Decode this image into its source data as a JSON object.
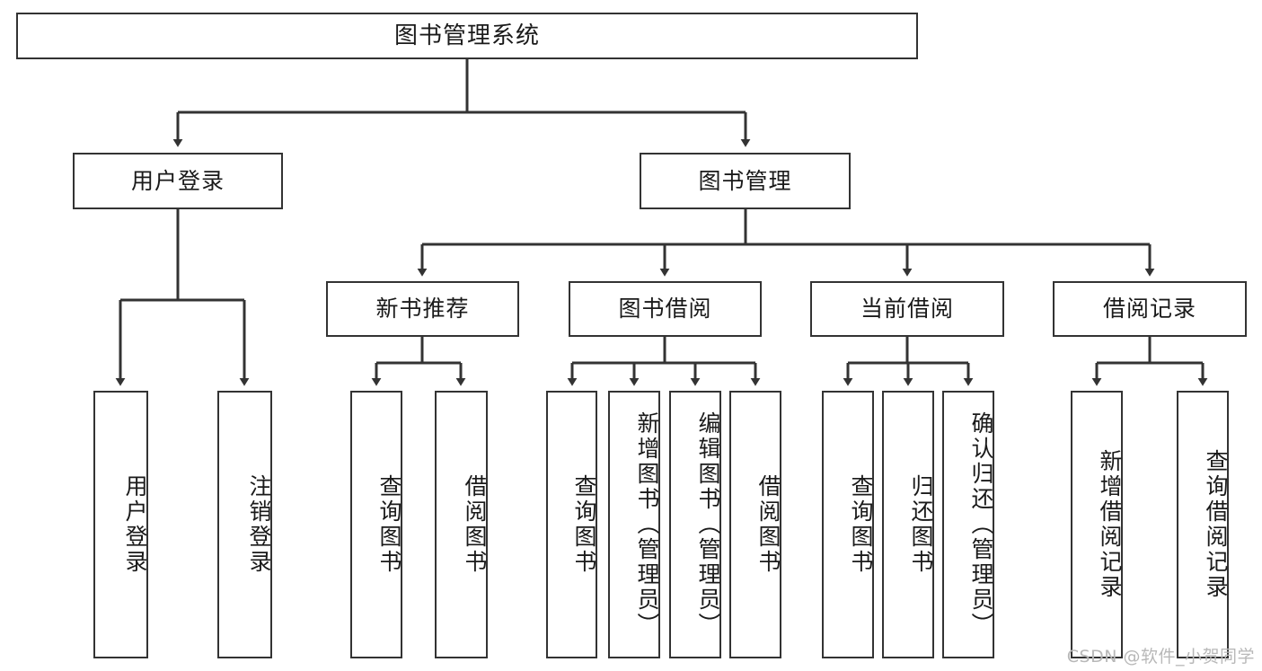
{
  "diagram": {
    "title": "图书管理系统",
    "type": "tree-structure-chart",
    "watermark": "CSDN @软件_小贺同学",
    "colors": {
      "box_border": "#333333",
      "box_fill": "#ffffff",
      "edge": "#333333",
      "text": "#1a1a1a",
      "watermark": "#b8b8b8",
      "background": "#ffffff"
    },
    "levels": {
      "level1": [
        "图书管理系统"
      ],
      "level2": [
        "用户登录",
        "图书管理"
      ],
      "level3": [
        "新书推荐",
        "图书借阅",
        "当前借阅",
        "借阅记录"
      ],
      "level4": [
        "用户登录",
        "注销登录",
        "查询图书",
        "借阅图书",
        "查询图书",
        "新增图书（管理员）",
        "编辑图书（管理员）",
        "借阅图书",
        "查询图书",
        "归还图书",
        "确认归还（管理员）",
        "新增借阅记录",
        "查询借阅记录"
      ]
    },
    "nodes": {
      "root": {
        "label": "图书管理系统"
      },
      "user_login": {
        "label": "用户登录"
      },
      "book_manage": {
        "label": "图书管理"
      },
      "new_book_rec": {
        "label": "新书推荐"
      },
      "book_borrow": {
        "label": "图书借阅"
      },
      "current_borrow": {
        "label": "当前借阅"
      },
      "borrow_record": {
        "label": "借阅记录"
      },
      "leaf_user_login": {
        "label": "用户登录"
      },
      "leaf_logout": {
        "label": "注销登录"
      },
      "leaf_query_book_1": {
        "label": "查询图书"
      },
      "leaf_borrow_book_1": {
        "label": "借阅图书"
      },
      "leaf_query_book_2": {
        "label": "查询图书"
      },
      "leaf_add_book": {
        "label": "新增图书（管理员）"
      },
      "leaf_edit_book": {
        "label": "编辑图书（管理员）"
      },
      "leaf_borrow_book_2": {
        "label": "借阅图书"
      },
      "leaf_query_book_3": {
        "label": "查询图书"
      },
      "leaf_return_book": {
        "label": "归还图书"
      },
      "leaf_confirm_return": {
        "label": "确认归还（管理员）"
      },
      "leaf_add_record": {
        "label": "新增借阅记录"
      },
      "leaf_query_record": {
        "label": "查询借阅记录"
      }
    }
  }
}
